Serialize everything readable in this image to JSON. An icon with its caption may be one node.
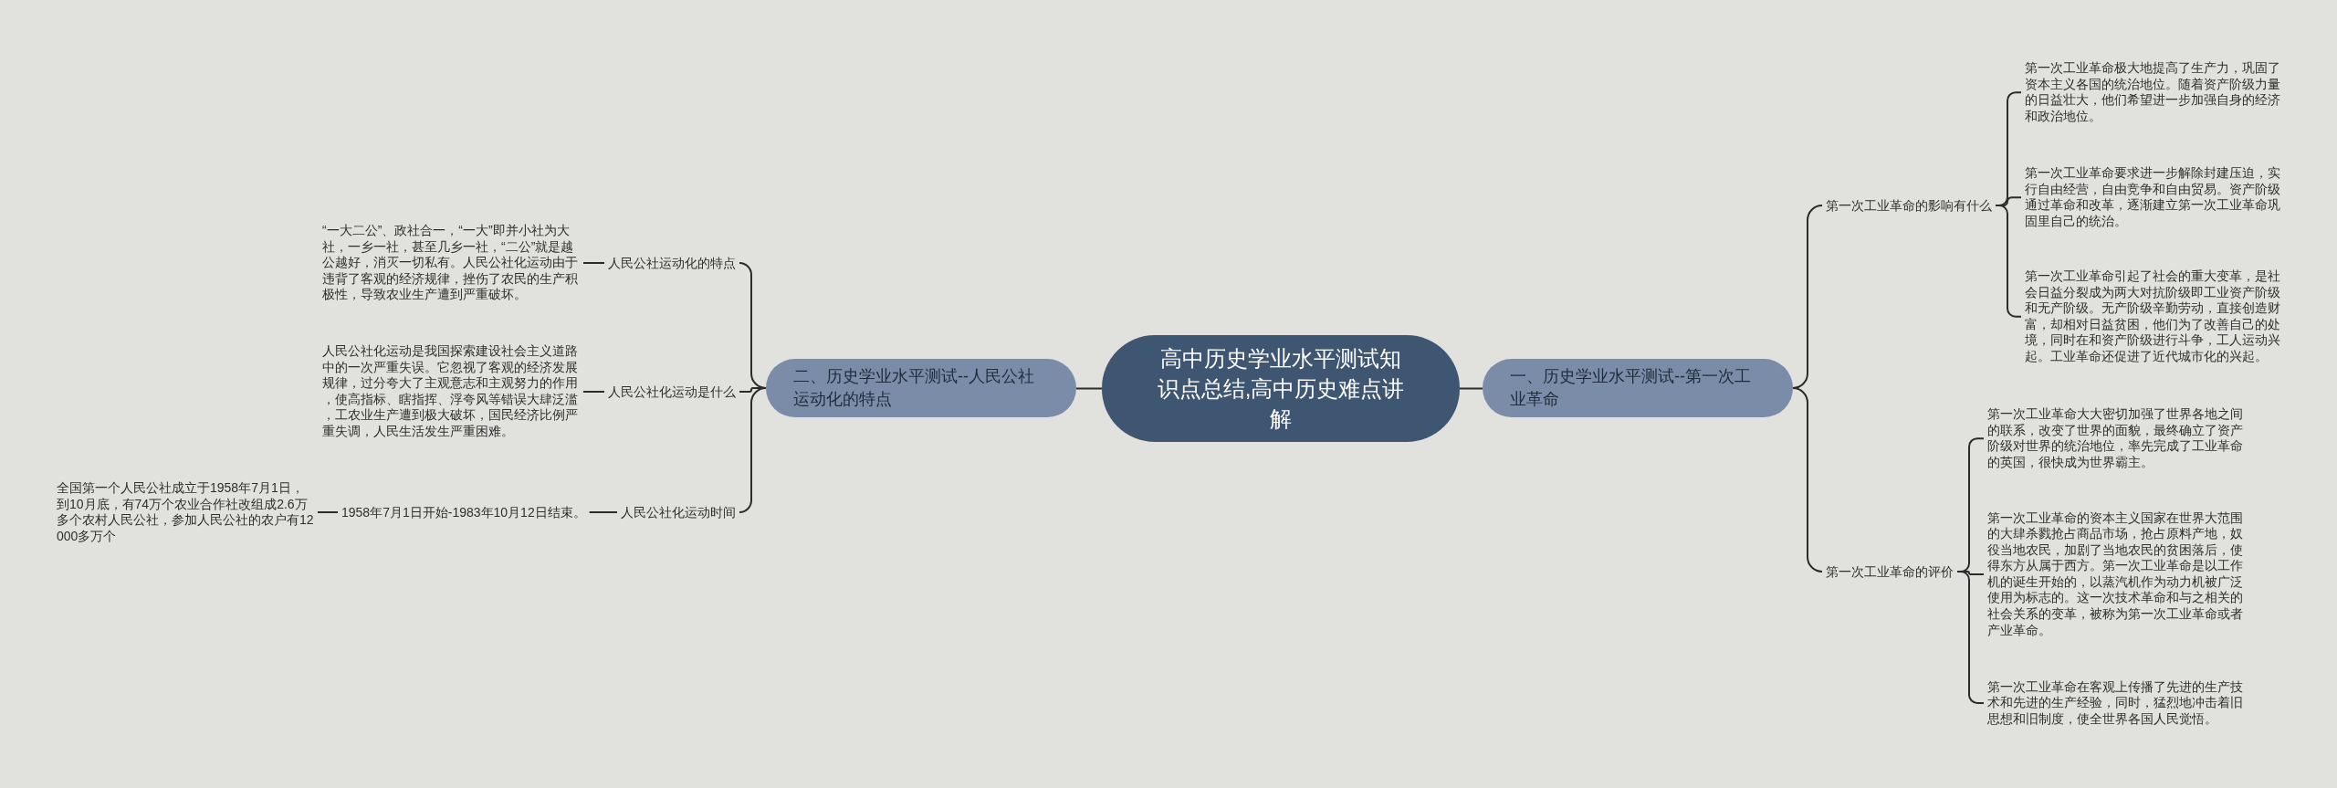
{
  "diagram": {
    "nodes": [
      {
        "text": [
          "高中历史学业水平测试知识点总结,高中历史难点讲解"
        ]
      },
      {
        "text": [
          "一、历史学业水平测试--第一次工业革命"
        ]
      },
      {
        "text": [
          "第一次工业革命的影响有什么"
        ]
      },
      {
        "text": [
          "第一次工业革命极大地提高了生产力，巩固了资本主义各国的统治地位。随着资产阶级力量的日益壮大，他们希望进一步加强自身的经济和政治地位。"
        ]
      },
      {
        "text": [
          "第一次工业革命要求进一步解除封建压迫，实行自由经营，自由竞争和自由贸易。资产阶级通过革命和改革，逐渐建立第一次工业革命巩固里自己的统治。"
        ]
      },
      {
        "text": [
          "第一次工业革命引起了社会的重大变革，是社会日益分裂成为两大对抗阶级即工业资产阶级和无产阶级。无产阶级辛勤劳动，直接创造财富，却相对日益贫困，他们为了改善自己的处境，同时在和资产阶级进行斗争，工人运动兴起。工业革命还促进了近代城市化的兴起。"
        ]
      },
      {
        "text": [
          "第一次工业革命的评价"
        ]
      },
      {
        "text": [
          "第一次工业革命大大密切加强了世界各地之间的联系，改变了世界的面貌，最终确立了资产阶级对世界的统治地位，率先完成了工业革命的英国，很快成为世界霸主。"
        ]
      },
      {
        "text": [
          "第一次工业革命的资本主义国家在世界大范围的大肆杀戮抢占商品市场，抢占原料产地，奴役当地农民，加剧了当地农民的贫困落后，使得东方从属于西方。第一次工业革命是以工作机的诞生开始的，以蒸汽机作为动力机被广泛使用为标志的。这一次技术革命和与之相关的社会关系的变革，被称为第一次工业革命或者产业革命。"
        ]
      },
      {
        "text": [
          "第一次工业革命在客观上传播了先进的生产技术和先进的生产经验，同时，猛烈地冲击着旧思想和旧制度，使全世界各国人民觉悟。"
        ]
      },
      {
        "text": [
          "二、历史学业水平测试--人民公社运动化的特点"
        ]
      },
      {
        "text": [
          "人民公社运动化的特点"
        ]
      },
      {
        "text": [
          "“一大二公”、政社合一，“一大”即并小社为大社，一乡一社，甚至几乡一社，“二公”就是越公越好，消灭一切私有。人民公社化运动由于违背了客观的经济规律，挫伤了农民的生产积极性，导致农业生产遭到严重破坏。"
        ]
      },
      {
        "text": [
          "人民公社化运动是什么"
        ]
      },
      {
        "text": [
          "人民公社化运动是我国探索建设社会主义道路中的一次严重失误。它忽视了客观的经济发展规律，过分夸大了主观意志和主观努力的作用，使高指标、瞎指挥、浮夸风等错误大肆泛滥，工农业生产遭到极大破坏，国民经济比例严重失调，人民生活发生严重困难。"
        ]
      },
      {
        "text": [
          "人民公社化运动时间"
        ]
      },
      {
        "text": [
          "1958年7月1日开始-1983年10月12日结束。"
        ]
      },
      {
        "text": [
          "全国第一个人民公社成立于1958年7月1日，到10月底，有74万个农业合作社改组成2.6万多个农村人民公社，参加人民公社的农户有12000多万个"
        ]
      }
    ],
    "edges": [
      {
        "from": 0,
        "to": 1,
        "arrow": "none"
      },
      {
        "from": 1,
        "to": 2,
        "arrow": "none"
      },
      {
        "from": 2,
        "to": 3,
        "arrow": "none"
      },
      {
        "from": 2,
        "to": 4,
        "arrow": "none"
      },
      {
        "from": 2,
        "to": 5,
        "arrow": "none"
      },
      {
        "from": 1,
        "to": 6,
        "arrow": "none"
      },
      {
        "from": 6,
        "to": 7,
        "arrow": "none"
      },
      {
        "from": 6,
        "to": 8,
        "arrow": "none"
      },
      {
        "from": 6,
        "to": 9,
        "arrow": "none"
      },
      {
        "from": 0,
        "to": 10,
        "arrow": "none"
      },
      {
        "from": 10,
        "to": 11,
        "arrow": "none"
      },
      {
        "from": 11,
        "to": 12,
        "arrow": "none"
      },
      {
        "from": 10,
        "to": 13,
        "arrow": "none"
      },
      {
        "from": 13,
        "to": 14,
        "arrow": "none"
      },
      {
        "from": 10,
        "to": 15,
        "arrow": "none"
      },
      {
        "from": 15,
        "to": 16,
        "arrow": "none"
      },
      {
        "from": 16,
        "to": 17,
        "arrow": "none"
      }
    ]
  }
}
